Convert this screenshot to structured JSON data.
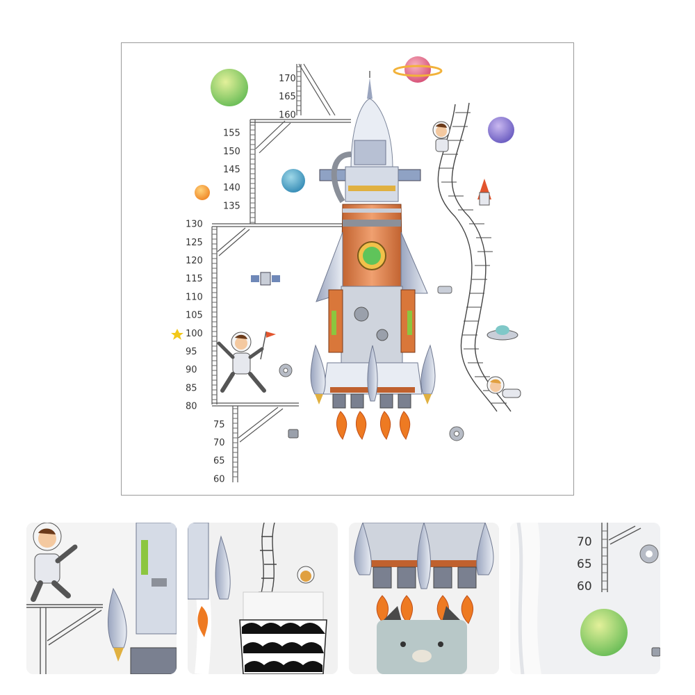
{
  "growth_chart": {
    "height_marks": [
      "170",
      "165",
      "160",
      "155",
      "150",
      "145",
      "140",
      "135",
      "130",
      "125",
      "120",
      "115",
      "110",
      "105",
      "100",
      "95",
      "90",
      "85",
      "80",
      "75",
      "70",
      "65",
      "60"
    ]
  },
  "thumbnails": [
    {
      "id": "astronaut-closeup",
      "labels": []
    },
    {
      "id": "basket-scene",
      "labels": []
    },
    {
      "id": "rocket-engine-scene",
      "labels": []
    },
    {
      "id": "wall-scale-closeup",
      "labels": [
        "70",
        "65",
        "60"
      ]
    }
  ],
  "colors": {
    "rocket_orange": "#d9773a",
    "rocket_silver": "#c9ced8",
    "planet_green": "#9ccf4a",
    "planet_blue": "#4aa6c9",
    "planet_pink": "#e06a86",
    "planet_purple": "#8f7fd9",
    "flame": "#ee7a22",
    "ladder": "#555555"
  }
}
